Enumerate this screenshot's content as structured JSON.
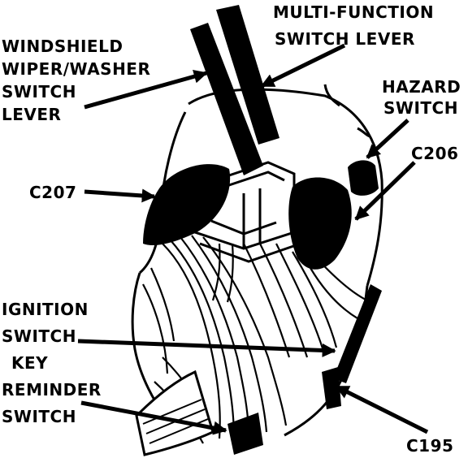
{
  "labels": {
    "multifunction": [
      "MULTI-FUNCTION",
      "SWITCH LEVER"
    ],
    "windshield": [
      "WINDSHIELD",
      "WIPER/WASHER",
      "SWITCH",
      "LEVER"
    ],
    "hazard": [
      "HAZARD",
      "SWITCH"
    ],
    "c206": "C206",
    "c207": "C207",
    "ignition": [
      "IGNITION",
      "SWITCH",
      "KEY",
      "REMINDER",
      "SWITCH"
    ],
    "c195": "C195"
  },
  "colors": {
    "ink": "#000000",
    "paper": "#ffffff"
  }
}
